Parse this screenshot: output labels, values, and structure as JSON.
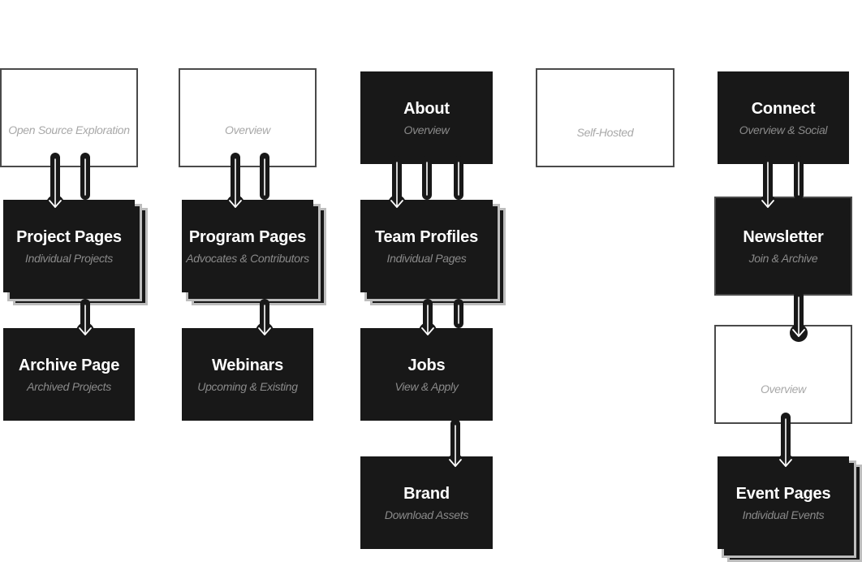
{
  "diagram": {
    "columns": [
      {
        "nodes": [
          {
            "id": "open-source-exploration",
            "title": "",
            "subtitle": "Open Source Exploration",
            "style": "light"
          },
          {
            "id": "project-pages",
            "title": "Project Pages",
            "subtitle": "Individual Projects",
            "style": "dark",
            "stacked": true
          },
          {
            "id": "archive-page",
            "title": "Archive Page",
            "subtitle": "Archived Projects",
            "style": "dark"
          }
        ]
      },
      {
        "nodes": [
          {
            "id": "programs-overview",
            "title": "",
            "subtitle": "Overview",
            "style": "light"
          },
          {
            "id": "program-pages",
            "title": "Program Pages",
            "subtitle": "Advocates & Contributors",
            "style": "dark",
            "stacked": true
          },
          {
            "id": "webinars",
            "title": "Webinars",
            "subtitle": "Upcoming & Existing",
            "style": "dark"
          }
        ]
      },
      {
        "nodes": [
          {
            "id": "about",
            "title": "About",
            "subtitle": "Overview",
            "style": "dark"
          },
          {
            "id": "team-profiles",
            "title": "Team Profiles",
            "subtitle": "Individual Pages",
            "style": "dark",
            "stacked": true
          },
          {
            "id": "jobs",
            "title": "Jobs",
            "subtitle": "View & Apply",
            "style": "dark"
          },
          {
            "id": "brand",
            "title": "Brand",
            "subtitle": "Download Assets",
            "style": "dark"
          }
        ]
      },
      {
        "nodes": [
          {
            "id": "self-hosted",
            "title": "",
            "subtitle": "Self-Hosted",
            "style": "light"
          }
        ]
      },
      {
        "nodes": [
          {
            "id": "connect",
            "title": "Connect",
            "subtitle": "Overview & Social",
            "style": "dark"
          },
          {
            "id": "newsletter",
            "title": "Newsletter",
            "subtitle": "Join & Archive",
            "style": "dark"
          },
          {
            "id": "events-overview",
            "title": "",
            "subtitle": "Overview",
            "style": "light"
          },
          {
            "id": "event-pages",
            "title": "Event Pages",
            "subtitle": "Individual Events",
            "style": "dark",
            "stacked": true
          }
        ]
      }
    ],
    "edges": [
      {
        "from": "open-source-exploration",
        "to": "project-pages"
      },
      {
        "from": "project-pages",
        "to": "archive-page"
      },
      {
        "from": "programs-overview",
        "to": "program-pages"
      },
      {
        "from": "program-pages",
        "to": "webinars"
      },
      {
        "from": "about",
        "to": "team-profiles"
      },
      {
        "from": "team-profiles",
        "to": "jobs"
      },
      {
        "from": "jobs",
        "to": "brand"
      },
      {
        "from": "connect",
        "to": "newsletter"
      },
      {
        "from": "newsletter",
        "to": "events-overview"
      },
      {
        "from": "events-overview",
        "to": "event-pages"
      }
    ],
    "colors": {
      "node_dark": "#181818",
      "node_border": "#4a4a4a",
      "stack_edge": "#bdbdbd",
      "title": "#ffffff",
      "subtitle": "#8a8a8a"
    }
  }
}
